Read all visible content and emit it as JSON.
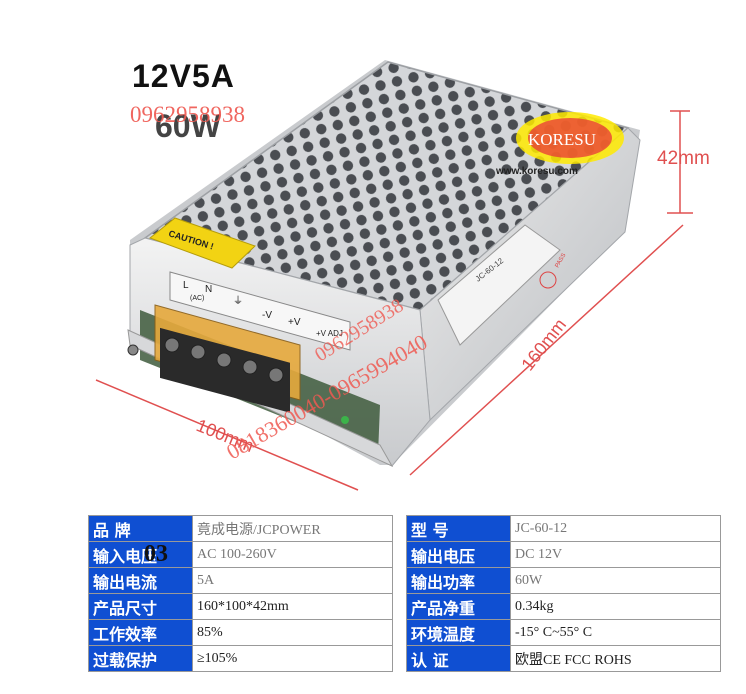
{
  "product": {
    "title_model": "12V5A",
    "title_power": "60W",
    "phone_top": "0962958938",
    "phone_diag_1": "0962958938",
    "phone_diag_2": "0818360040-0965994040",
    "brand_logo": "KORESU",
    "website": "www.koresu.com",
    "caution_label": "CAUTION !",
    "terminal_labels": [
      "L",
      "N",
      "(AC)",
      "⏚",
      "-V",
      "+V",
      "+V ADJ"
    ],
    "model_label": "JC-60-12",
    "pass_label": "PASS",
    "dimensions": {
      "height": "42mm",
      "length": "160mm",
      "width": "100mm"
    }
  },
  "specs": {
    "rows": [
      {
        "l1": "品   牌",
        "v1": "竟成电源/JCPOWER",
        "l2": "型   号",
        "v2": "JC-60-12"
      },
      {
        "l1": "输入电压",
        "v1": "AC  100-260V",
        "l2": "输出电压",
        "v2": "DC  12V"
      },
      {
        "l1": "输出电流",
        "v1": "5A",
        "l2": "输出功率",
        "v2": "60W"
      },
      {
        "l1": "产品尺寸",
        "v1": "160*100*42mm",
        "l2": "产品净重",
        "v2": "0.34kg"
      },
      {
        "l1": "工作效率",
        "v1": "85%",
        "l2": "环境温度",
        "v2": "-15° C~55° C"
      },
      {
        "l1": "过载保护",
        "v1": "≥105%",
        "l2": "认   证",
        "v2": "欧盟CE FCC ROHS"
      }
    ],
    "overlay": "03"
  },
  "colors": {
    "header_blue": "#0f4fd2",
    "accent_red": "#e05050",
    "logo_red": "#e8353a"
  }
}
